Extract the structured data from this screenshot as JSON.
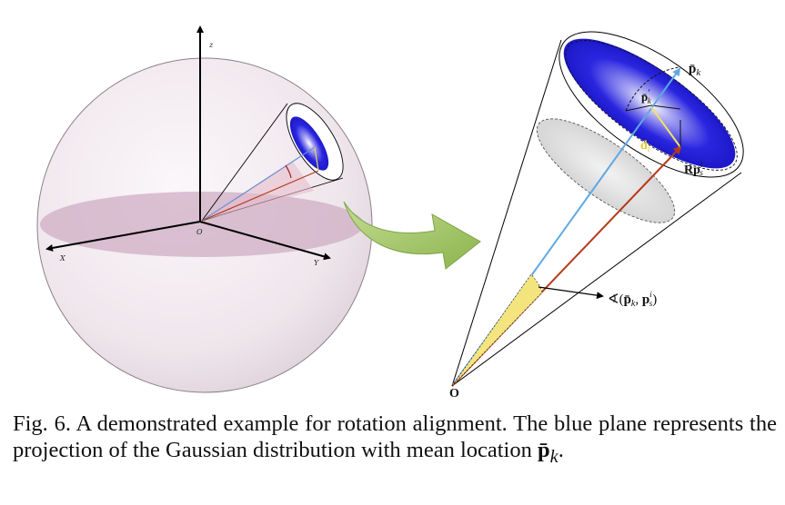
{
  "left_figure": {
    "axis_labels": {
      "z": "z",
      "x": "X",
      "y": "Y",
      "origin": "O"
    }
  },
  "right_figure": {
    "labels": {
      "p_bar_k": "p̄",
      "p_bar_k_sub": "k",
      "p_bar_k_prime": "p̄",
      "p_bar_k_prime_sub": "k",
      "p_bar_k_prime_sup": "′",
      "d_i": "d",
      "d_i_sub": "i",
      "rp": "Rp",
      "rp_sup": "i",
      "rp_sub": "s",
      "angle_symbol": "∢",
      "angle_open": "(",
      "angle_p": "p̄",
      "angle_p_sub": "k",
      "angle_comma": ", ",
      "angle_ps": "p",
      "angle_ps_sup": "i",
      "angle_ps_sub": "s",
      "angle_close": ")",
      "origin": "O"
    }
  },
  "caption": {
    "part1": "Fig. 6. A demonstrated example for rotation alignment. The blue plane represents the projection of the Gaussian distribution with mean location ",
    "symbol": "p̄",
    "symbol_sub": "k",
    "end": "."
  },
  "colors": {
    "sphere": "#efe6ec",
    "disk": "#cfaec4",
    "blue_ellipse": "#2a26e0",
    "arrow_green": "#9dc35c",
    "red_vector": "#b43a1a",
    "blue_vector": "#5fa8e4",
    "yellow_vector": "#f2e260",
    "angle_fill": "#f3e47e"
  }
}
